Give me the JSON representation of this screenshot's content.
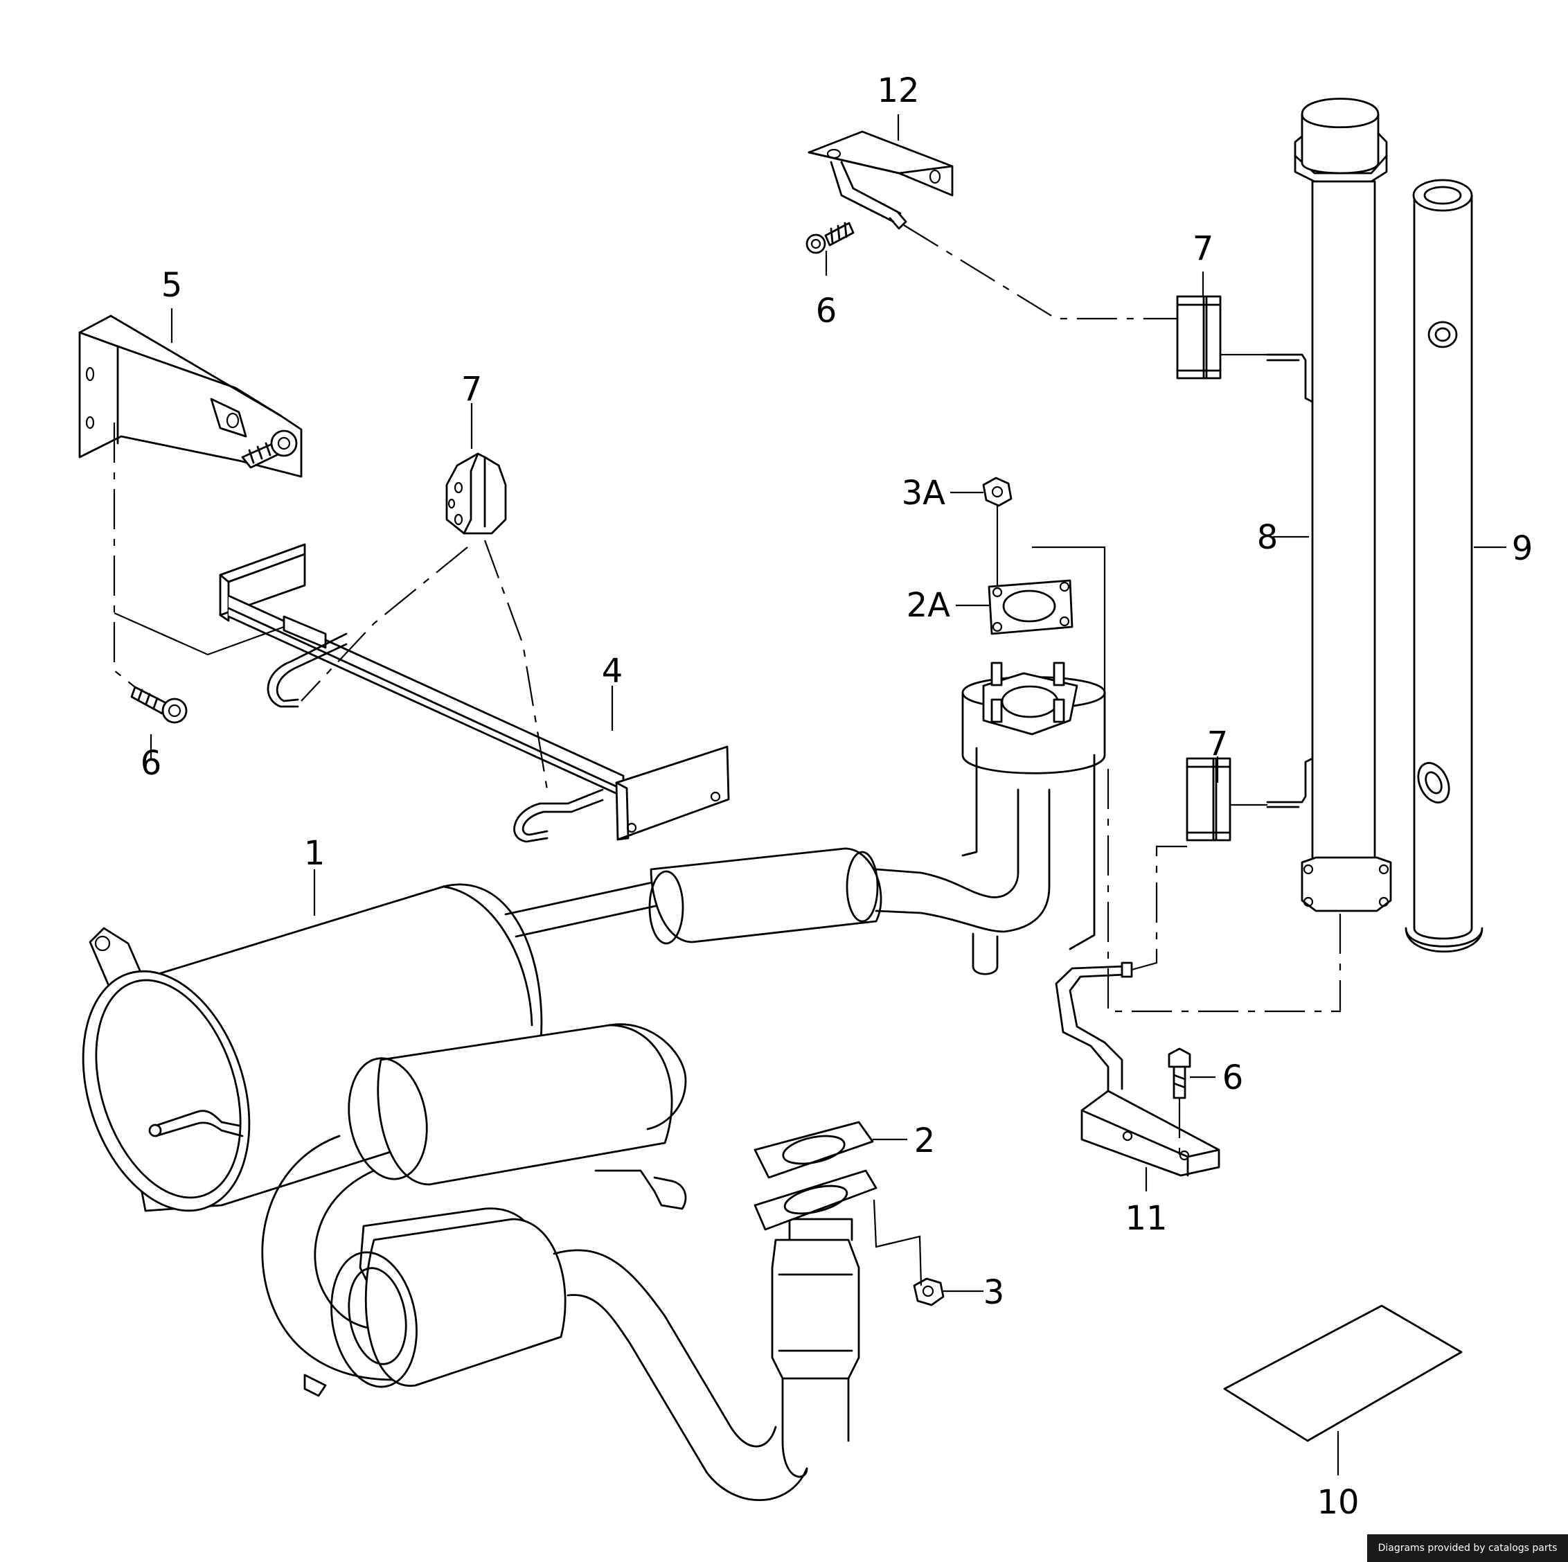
{
  "callouts": {
    "c1": "1",
    "c2": "2",
    "c2a": "2A",
    "c3": "3",
    "c3a": "3A",
    "c4": "4",
    "c5": "5",
    "c6a": "6",
    "c6b": "6",
    "c6c": "6",
    "c7a": "7",
    "c7b": "7",
    "c7c": "7",
    "c8": "8",
    "c9": "9",
    "c10": "10",
    "c11": "11",
    "c12": "12"
  },
  "credit": "Diagrams provided by catalogs parts"
}
